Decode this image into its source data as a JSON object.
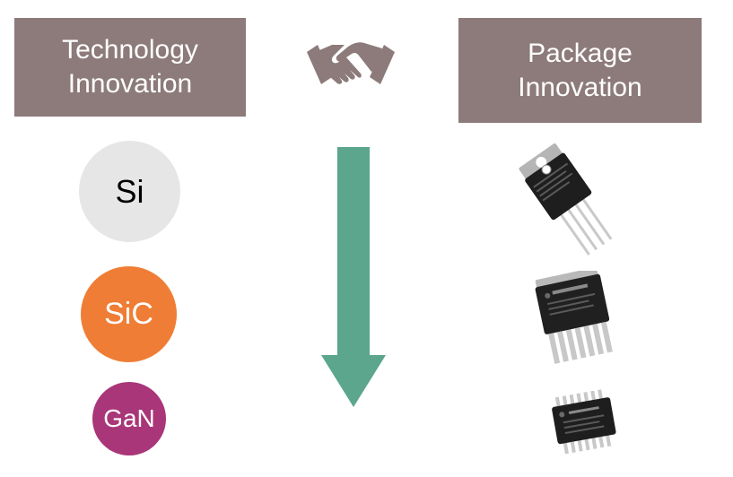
{
  "headers": {
    "technology": "Technology\nInnovation",
    "package": "Package\nInnovation"
  },
  "technologies": [
    {
      "label": "Si",
      "color": "#e6e6e6",
      "text_color": "#000000"
    },
    {
      "label": "SiC",
      "color": "#ef7d35",
      "text_color": "#ffffff"
    },
    {
      "label": "GaN",
      "color": "#a93678",
      "text_color": "#ffffff"
    }
  ],
  "colors": {
    "header_bg": "#8c7b7a",
    "arrow": "#5ba68c",
    "handshake": "#8c7b7a"
  },
  "icons": {
    "center": "handshake-icon",
    "packages": [
      "to247-package-icon",
      "d2pak-package-icon",
      "toll-package-icon"
    ]
  }
}
